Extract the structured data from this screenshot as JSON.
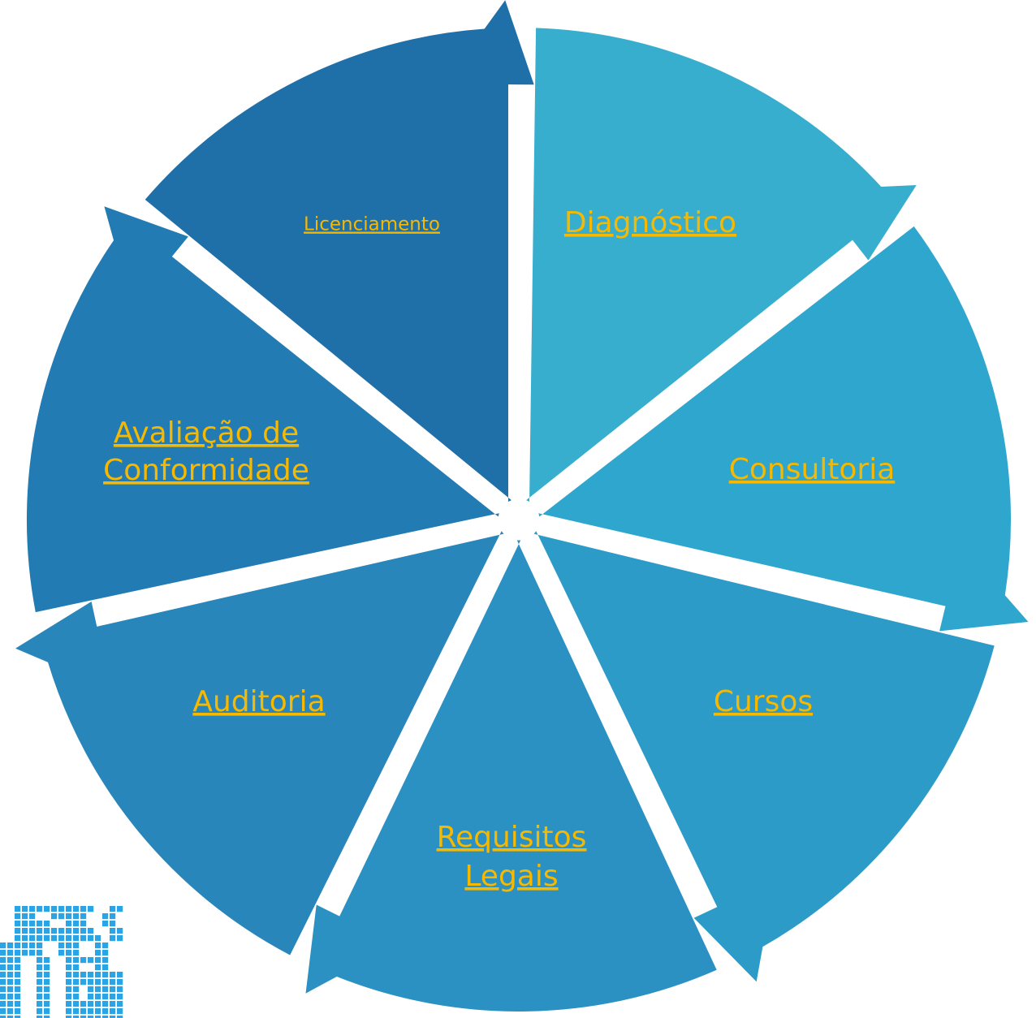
{
  "segments": [
    {
      "label_lines": [
        "Diagnóstico"
      ],
      "color": "#37AECE"
    },
    {
      "label_lines": [
        "Consultoria"
      ],
      "color": "#2FA6CD"
    },
    {
      "label_lines": [
        "Cursos"
      ],
      "color": "#2C9BC8"
    },
    {
      "label_lines": [
        "Requisitos",
        "Legais"
      ],
      "color": "#2A91C2"
    },
    {
      "label_lines": [
        "Auditoria"
      ],
      "color": "#2886BB"
    },
    {
      "label_lines": [
        "Avaliação de",
        "Conformidade"
      ],
      "color": "#237BB4"
    },
    {
      "label_lines": [
        "Licenciamento"
      ],
      "color": "#1F6FA9"
    }
  ],
  "colors": {
    "label": "#F7B800",
    "logo": "#2AA4E4"
  },
  "logo": {
    "icon": "pixel-grid-logo-icon"
  }
}
